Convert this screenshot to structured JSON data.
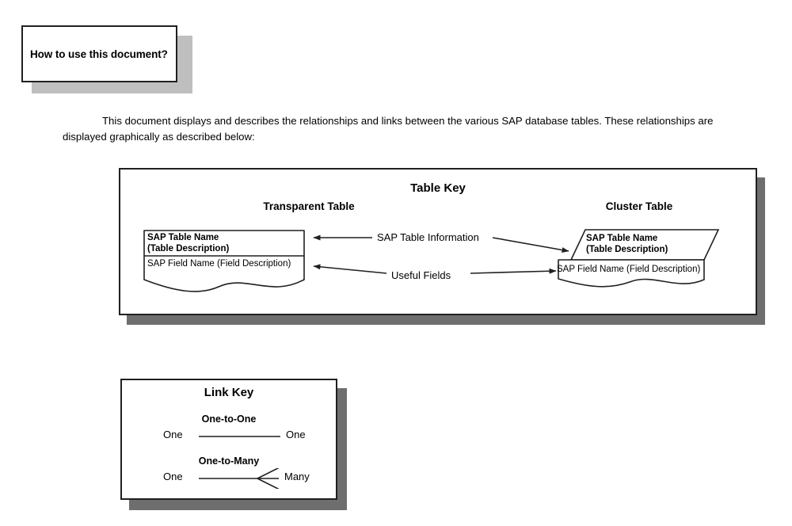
{
  "page": {
    "background_color": "#ffffff",
    "line_color": "#231f20",
    "panel_shadow_color": "#6e6e6e",
    "callout_shadow_color": "#bfbfbf"
  },
  "title_callout": {
    "text": "How to use this document?"
  },
  "intro": {
    "paragraph": "This document displays and describes the relationships and links between the various SAP database tables. These relationships are displayed graphically as described below:"
  },
  "table_key": {
    "title": "Table Key",
    "transparent_table": {
      "heading": "Transparent Table",
      "table_name": "SAP Table Name",
      "table_description": "(Table Description)",
      "field_line": "SAP Field Name (Field Description)"
    },
    "cluster_table": {
      "heading": "Cluster Table",
      "table_name": "SAP Table Name",
      "table_description": "(Table Description)",
      "field_line": "SAP Field Name (Field Description)"
    },
    "connectors": [
      {
        "label": "SAP Table Information",
        "target": "table-header"
      },
      {
        "label": "Useful Fields",
        "target": "field-row"
      }
    ]
  },
  "link_key": {
    "title": "Link Key",
    "relations": [
      {
        "name": "One-to-One",
        "left_label": "One",
        "right_label": "One",
        "style": "plain-line"
      },
      {
        "name": "One-to-Many",
        "left_label": "One",
        "right_label": "Many",
        "style": "crows-foot"
      }
    ]
  }
}
